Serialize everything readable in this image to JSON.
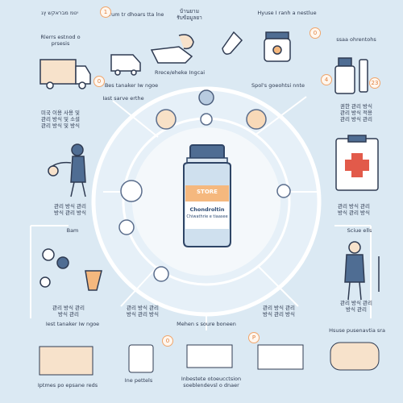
{
  "header": {
    "top_left_text": "יטמ מבראקש ץג",
    "top_mid_text": "บ้านยาม\nรับข้อมูลยา",
    "top_right_text": "Hyuse I ranh a nestlue"
  },
  "labels": {
    "top_left_caption": "Rlerrs estnod o prsesis",
    "top_mid_caption": "Rrece/eheke Ingcai",
    "best_label": "Bes tanaker Iw ngoe",
    "top_left2": "Hrum tr dhoars tta lne",
    "top_right2": "Spol's goeohtsi nnte",
    "right_top_caption": "ssaa ohrentohs",
    "left_mid_block": "미국 이용 사용 및\n관리 방식 및 소셜\n관리 방식 및 방식",
    "right_mid_block": "권한 관리 방식\n관리 방식 적용\n관리 방식 관리",
    "left_lower_block": "관리 방식 관리\n방식 관리 방식",
    "bam_label": "Bam",
    "right_lower_block": "관리 방식 관리\n방식 관리 방식",
    "sciue_label": "Sciue ells",
    "bottom_left_block": "관리 방식 관리\n방식 관리",
    "bottom_left_caption": "Iest tanaker Iw ngoe",
    "bottom_mid_left_block": "관리 방식 관리\n방식 관리 방식",
    "bottom_mid_caption": "Mehen s soure boneen",
    "bottom_mid_right_block": "관리 방식 관리\n방식 관리 방식",
    "bottom_right_block": "관리 방식 관리\n방식 관리",
    "bottom_right_caption": "Hsuse pusenavtia sra",
    "footer_left": "Iptmes po epsane reds",
    "footer_mid": "Inbestete otoeucctsion\nsoeblendevsl o dnaer",
    "footer_mid_left": "Ine pettels",
    "left_tiny": "Iast sarve erthe"
  },
  "bottle": {
    "label_title": "STORE",
    "label_name": "Chondroltin",
    "label_sub": "Chiwathrie e tiaasee"
  },
  "badges": {
    "b1": "1",
    "b2": "4",
    "b3": "23",
    "b4": "0",
    "b5": "0",
    "b6": "0",
    "b7": "P"
  }
}
